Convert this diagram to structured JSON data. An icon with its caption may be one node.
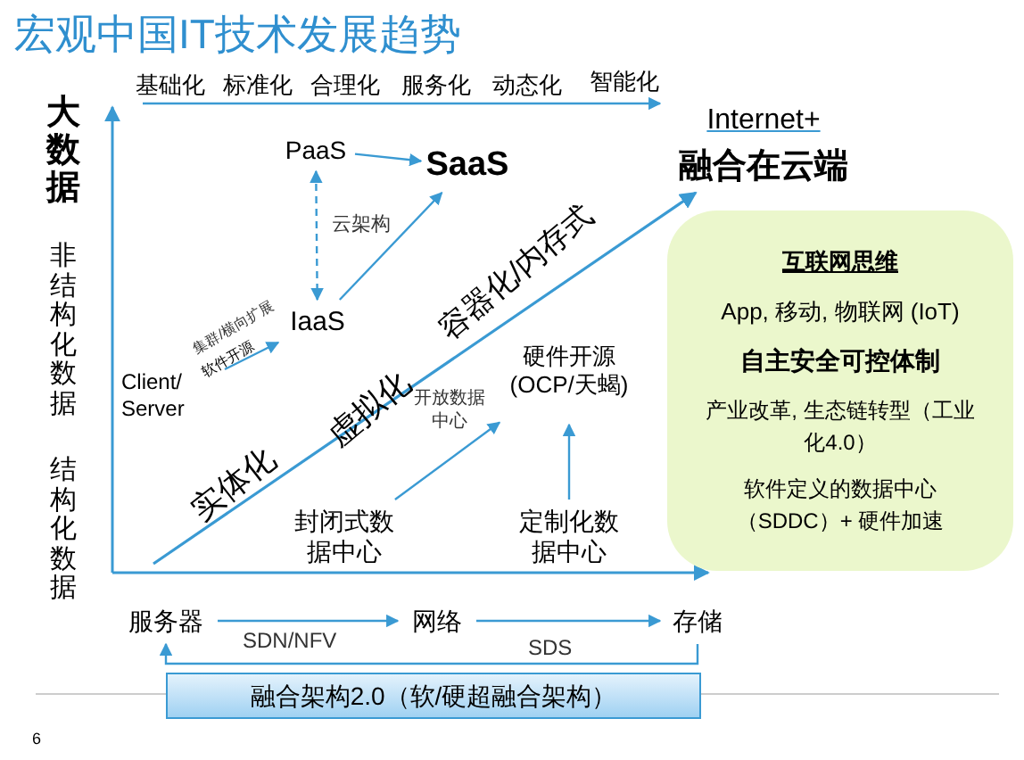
{
  "diagram": {
    "title": "宏观中国IT技术发展趋势",
    "nodes": [
      {
        "text": [
          "PaaS"
        ]
      },
      {
        "text": [
          "SaaS"
        ]
      },
      {
        "text": [
          "IaaS"
        ]
      },
      {
        "text": [
          "Client/ Server"
        ]
      },
      {
        "text": [
          "硬件开源(OCP/天蝎)"
        ]
      },
      {
        "text": [
          "封闭式数据中心"
        ]
      },
      {
        "text": [
          "定制化数据中心"
        ]
      },
      {
        "text": [
          "服务器"
        ]
      },
      {
        "text": [
          "网络"
        ]
      },
      {
        "text": [
          "存储"
        ]
      },
      {
        "text": [
          "融合架构2.0（软/硬超融合架构）"
        ]
      },
      {
        "text": [
          "互联网思维",
          "App, 移动, 物联网 (IoT)",
          "自主安全可控体制",
          "产业改革, 生态链转型（工业化4.0）",
          "软件定义的数据中心（SDDC）+ 硬件加速"
        ]
      },
      {
        "text": [
          "Internet+",
          "融合在云端"
        ]
      }
    ],
    "edges": [
      {
        "from": 0,
        "to": 1,
        "arrow": "to"
      },
      {
        "from": 0,
        "to": 2,
        "arrow": "both",
        "style": "dashed",
        "label": "云架构"
      },
      {
        "from": 2,
        "to": 1,
        "arrow": "to"
      },
      {
        "from": 3,
        "to": 2,
        "arrow": "to",
        "label": "集群/横向扩展"
      },
      {
        "from": 5,
        "to": 4,
        "arrow": "to",
        "label": "开放数据中心"
      },
      {
        "from": 6,
        "to": 4,
        "arrow": "to"
      },
      {
        "from": 7,
        "to": 8,
        "arrow": "to",
        "label": "SDN/NFV"
      },
      {
        "from": 8,
        "to": 9,
        "arrow": "to"
      },
      {
        "from": 9,
        "to": 7,
        "arrow": "to",
        "label": "SDS"
      },
      {
        "from": null,
        "to": 12,
        "arrow": "to"
      }
    ],
    "labels": [
      "基础化",
      "标准化",
      "合理化",
      "服务化",
      "动态化",
      "智能化",
      "大数据",
      "非结构化数据",
      "结构化数据",
      "软件开源",
      "实体化",
      "虚拟化",
      "容器化/内存式",
      "6"
    ]
  }
}
